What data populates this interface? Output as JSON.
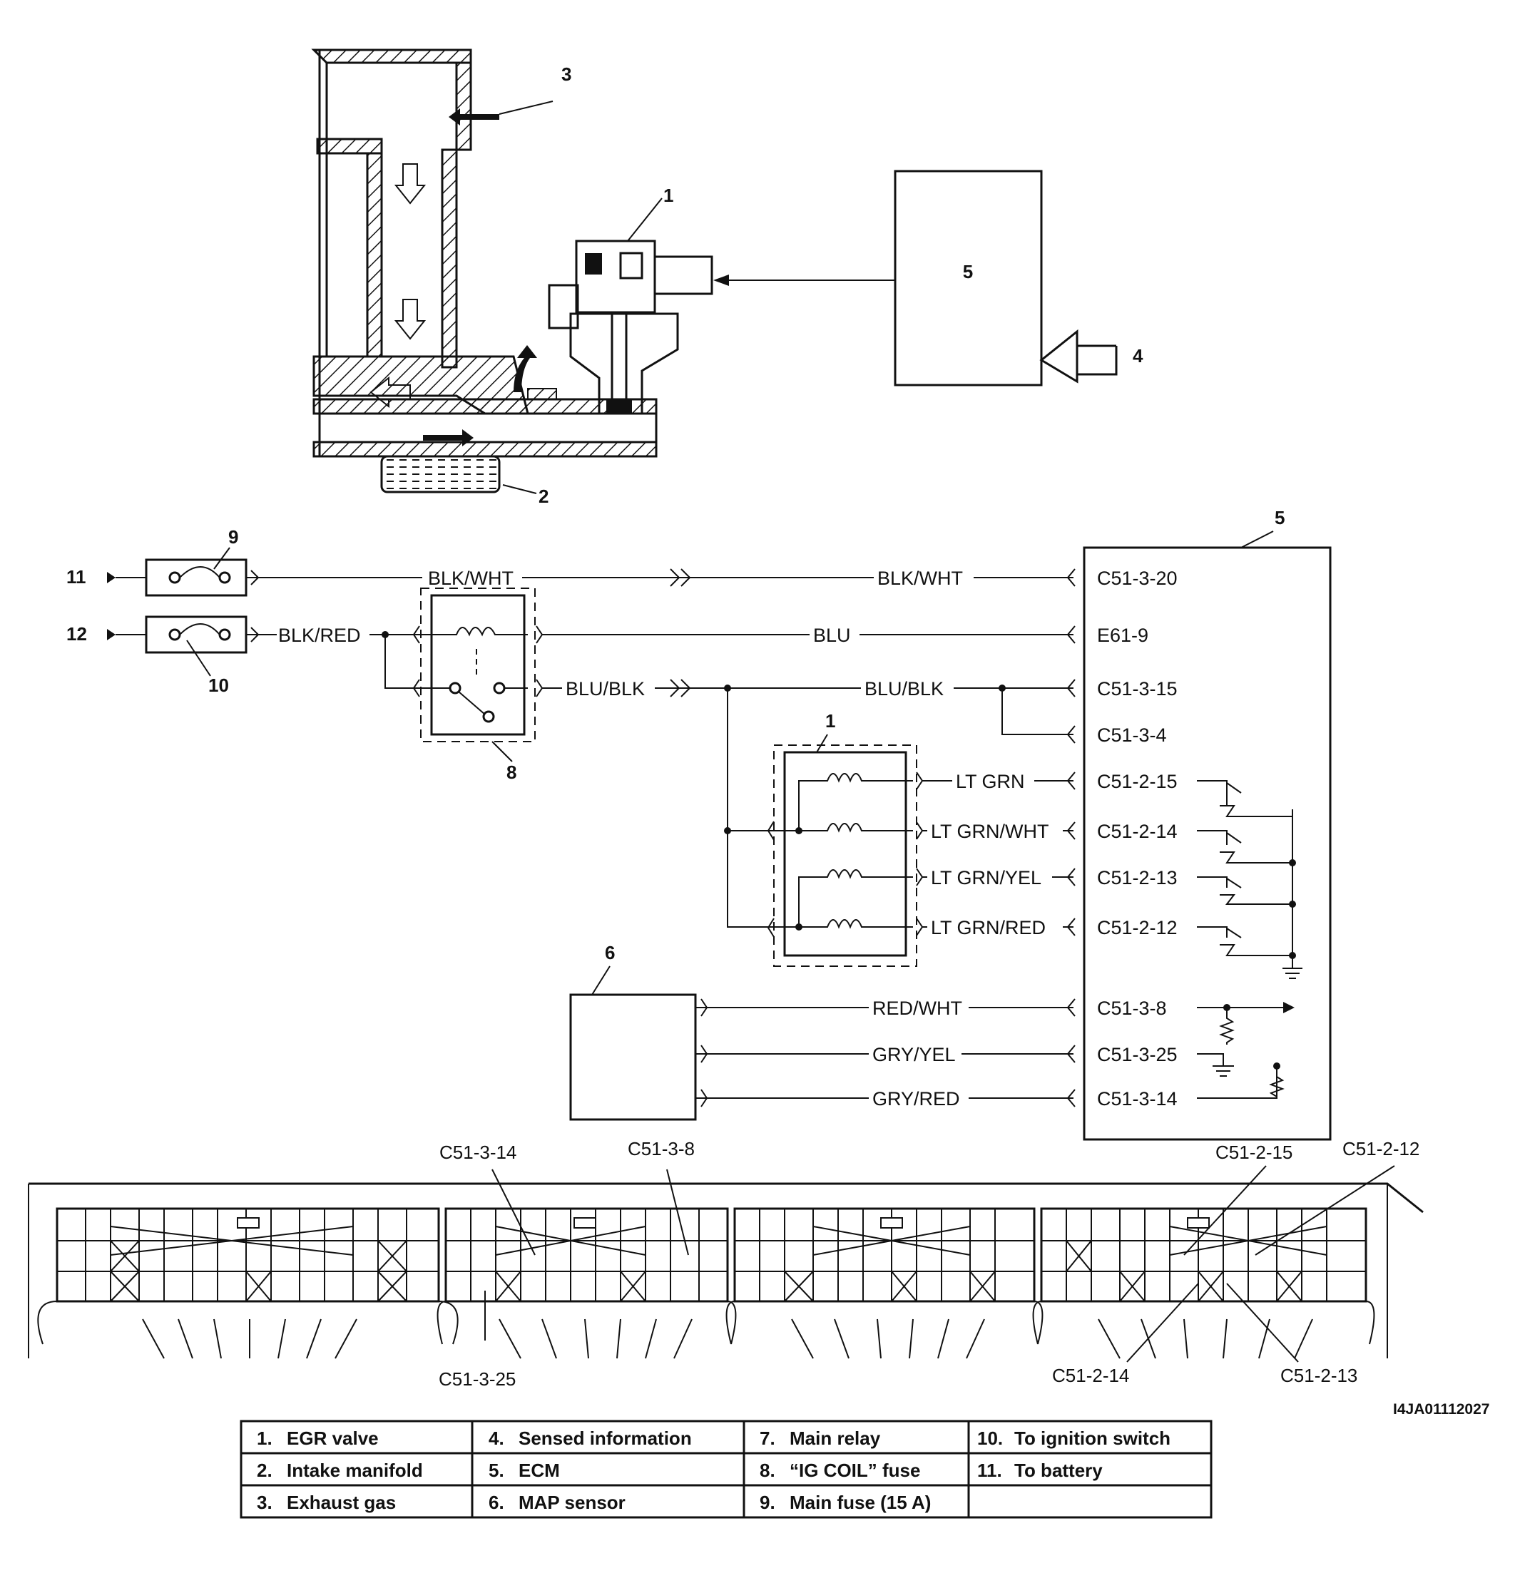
{
  "callouts": {
    "egr_valve": "1",
    "intake_manifold": "2",
    "exhaust_gas": "3",
    "sensed_info": "4",
    "ecm_top": "5",
    "ecm_bottom": "5",
    "map_sensor": "6",
    "main_relay": "8",
    "ig_coil_fuse": "9",
    "main_fuse": "10",
    "to_battery": "11",
    "to_ignition": "12",
    "egr_bottom": "1"
  },
  "wires": {
    "blk_wht_left": "BLK/WHT",
    "blk_wht_right": "BLK/WHT",
    "blk_red": "BLK/RED",
    "blu": "BLU",
    "blu_blk_left": "BLU/BLK",
    "blu_blk_right": "BLU/BLK",
    "lt_grn": "LT GRN",
    "lt_grn_wht": "LT GRN/WHT",
    "lt_grn_yel": "LT GRN/YEL",
    "lt_grn_red": "LT GRN/RED",
    "red_wht": "RED/WHT",
    "gry_yel": "GRY/YEL",
    "gry_red": "GRY/RED"
  },
  "ecm_pins": {
    "p1": "C51-3-20",
    "p2": "E61-9",
    "p3": "C51-3-15",
    "p4": "C51-3-4",
    "p5": "C51-2-15",
    "p6": "C51-2-14",
    "p7": "C51-2-13",
    "p8": "C51-2-12",
    "p9": "C51-3-8",
    "p10": "C51-3-25",
    "p11": "C51-3-14"
  },
  "connector_labels": {
    "c51_3_14": "C51-3-14",
    "c51_3_8": "C51-3-8",
    "c51_2_15": "C51-2-15",
    "c51_2_12": "C51-2-12",
    "c51_3_25": "C51-3-25",
    "c51_2_14": "C51-2-14",
    "c51_2_13": "C51-2-13"
  },
  "figure_code": "I4JA01112027",
  "legend": [
    [
      "1.",
      "EGR valve"
    ],
    [
      "2.",
      "Intake manifold"
    ],
    [
      "3.",
      "Exhaust gas"
    ],
    [
      "4.",
      "Sensed information"
    ],
    [
      "5.",
      "ECM"
    ],
    [
      "6.",
      "MAP sensor"
    ],
    [
      "7.",
      "Main relay"
    ],
    [
      "8.",
      "“IG COIL” fuse"
    ],
    [
      "9.",
      "Main fuse (15 A)"
    ],
    [
      "10.",
      "To ignition switch"
    ],
    [
      "11.",
      "To battery"
    ],
    [
      "",
      ""
    ]
  ],
  "colors": {
    "ink": "#111111",
    "background": "#ffffff"
  }
}
